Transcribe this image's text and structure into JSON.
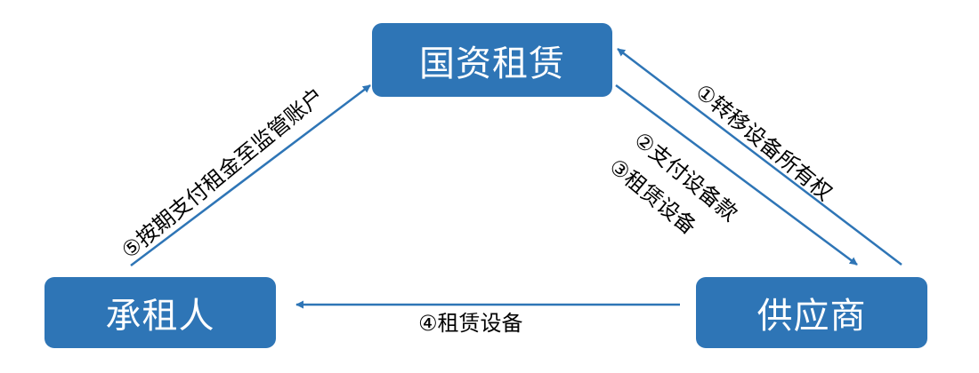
{
  "nodes": {
    "top": "国资租赁",
    "left": "承租人",
    "right": "供应商"
  },
  "edges": {
    "transfer_ownership": "①转移设备所有权",
    "pay_equipment": "②支付设备款",
    "lease_equipment_top": "③租赁设备",
    "lease_equipment_bottom": "④租赁设备",
    "pay_rent": "⑤按期支付租金至监管账户"
  },
  "colors": {
    "node_fill": "#2e75b6",
    "arrow": "#2e75b6",
    "text_on_node": "#ffffff",
    "label_text": "#000000"
  }
}
